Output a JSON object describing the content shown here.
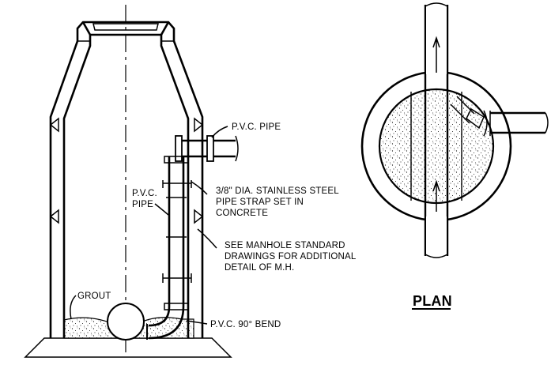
{
  "elevation": {
    "labels": {
      "pvc_pipe_top": "P.V.C. PIPE",
      "pvc_pipe_side_1": "P.V.C.",
      "pvc_pipe_side_2": "PIPE",
      "strap_1": "3/8\" DIA. STAINLESS STEEL",
      "strap_2": "PIPE STRAP SET IN",
      "strap_3": "CONCRETE",
      "manhole_1": "SEE MANHOLE STANDARD",
      "manhole_2": "DRAWINGS FOR ADDITIONAL",
      "manhole_3": "DETAIL OF M.H.",
      "grout": "GROUT",
      "bend": "P.V.C. 90° BEND"
    }
  },
  "plan": {
    "title": "PLAN"
  }
}
